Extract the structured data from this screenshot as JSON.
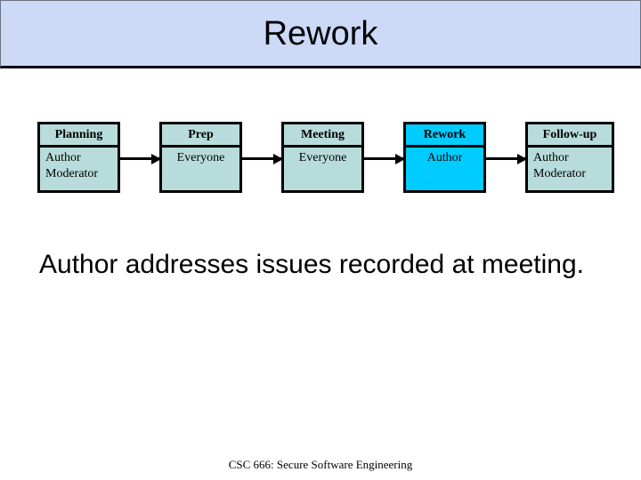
{
  "slide": {
    "title": "Rework",
    "caption": "Author addresses issues recorded at meeting.",
    "footer": "CSC 666: Secure Software Engineering",
    "colors": {
      "title_bar_background": "#ccd9f7",
      "node_background": "#b8dcdc",
      "node_highlight_background": "#00ccff",
      "border": "#000000",
      "text": "#000000"
    }
  },
  "flow": {
    "nodes": [
      {
        "header": "Planning",
        "roles": [
          "Author",
          "Moderator"
        ],
        "highlighted": false
      },
      {
        "header": "Prep",
        "roles": [
          "Everyone"
        ],
        "highlighted": false
      },
      {
        "header": "Meeting",
        "roles": [
          "Everyone"
        ],
        "highlighted": false
      },
      {
        "header": "Rework",
        "roles": [
          "Author"
        ],
        "highlighted": true
      },
      {
        "header": "Follow-up",
        "roles": [
          "Author",
          "Moderator"
        ],
        "highlighted": false
      }
    ],
    "arrow_count": 4
  }
}
